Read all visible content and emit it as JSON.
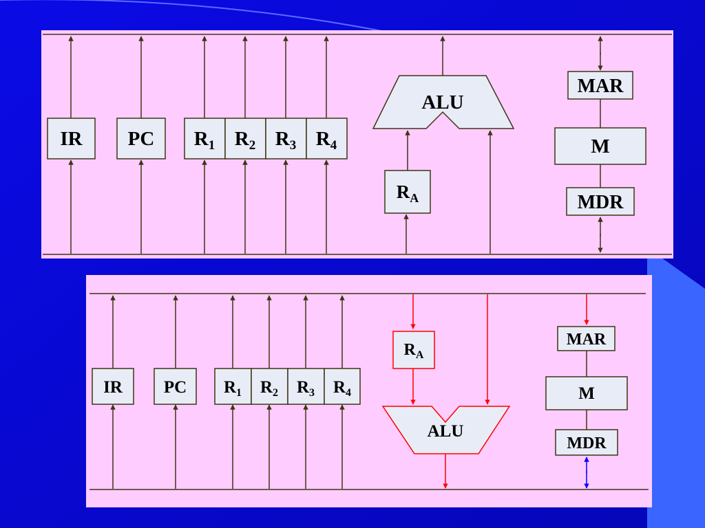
{
  "colors": {
    "background": "#0a0ad8",
    "panel": "#ffccff",
    "box_fill": "#e8ecf6",
    "bus_line": "#3d3414",
    "highlight": "#ff0000",
    "bidirectional": "#0000ff"
  },
  "top_diagram": {
    "registers": [
      "IR",
      "PC"
    ],
    "reg_file": [
      {
        "base": "R",
        "sub": "1"
      },
      {
        "base": "R",
        "sub": "2"
      },
      {
        "base": "R",
        "sub": "3"
      },
      {
        "base": "R",
        "sub": "4"
      }
    ],
    "alu": "ALU",
    "ra": {
      "base": "R",
      "sub": "A"
    },
    "mar": "MAR",
    "memory": "M",
    "mdr": "MDR"
  },
  "bottom_diagram": {
    "registers": [
      "IR",
      "PC"
    ],
    "reg_file": [
      {
        "base": "R",
        "sub": "1"
      },
      {
        "base": "R",
        "sub": "2"
      },
      {
        "base": "R",
        "sub": "3"
      },
      {
        "base": "R",
        "sub": "4"
      }
    ],
    "alu": "ALU",
    "ra": {
      "base": "R",
      "sub": "A"
    },
    "mar": "MAR",
    "memory": "M",
    "mdr": "MDR"
  }
}
